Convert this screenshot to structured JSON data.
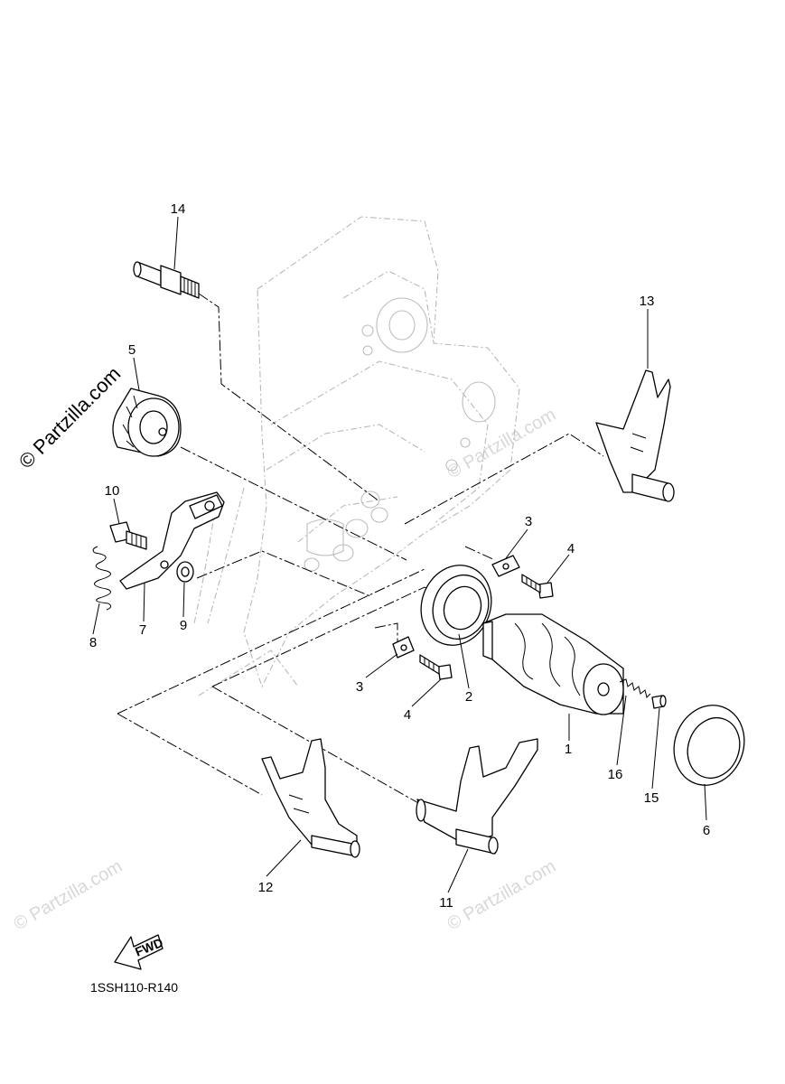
{
  "diagram": {
    "diagram_code": "1SSH110-R140",
    "watermark_main": "© Partzilla.com",
    "watermark_faint": "© Partzilla.com",
    "fwd_label": "FWD",
    "callouts": {
      "c1": "1",
      "c2": "2",
      "c3a": "3",
      "c3b": "3",
      "c4a": "4",
      "c4b": "4",
      "c5": "5",
      "c6": "6",
      "c7": "7",
      "c8": "8",
      "c9": "9",
      "c10": "10",
      "c11": "11",
      "c12": "12",
      "c13": "13",
      "c14": "14",
      "c15": "15",
      "c16": "16"
    }
  }
}
